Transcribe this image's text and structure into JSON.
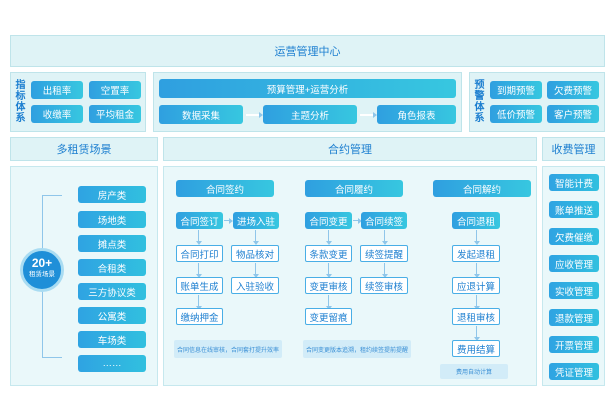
{
  "top": {
    "title": "运营管理中心"
  },
  "indicator": {
    "label": "指标体系",
    "items": [
      "出租率",
      "空置率",
      "收缴率",
      "平均租金"
    ]
  },
  "budget": {
    "title": "预算管理+运营分析",
    "steps": [
      "数据采集",
      "主题分析",
      "角色报表"
    ]
  },
  "warning": {
    "label": "预警体系",
    "items": [
      "到期预警",
      "欠费预警",
      "低价预警",
      "客户预警"
    ]
  },
  "scenes": {
    "title": "多租赁场景",
    "badge_number": "20+",
    "badge_text": "租赁场景",
    "items": [
      "房产类",
      "场地类",
      "摊点类",
      "合租类",
      "三方协议类",
      "公寓类",
      "车场类",
      "……"
    ]
  },
  "contract": {
    "title": "合约管理",
    "columns": [
      {
        "header": "合同签约",
        "steps": [
          "合同签订",
          "合同打印",
          "账单生成",
          "缴纳押金"
        ],
        "side_steps": [
          "进场入驻",
          "物品核对",
          "入驻验收"
        ],
        "note": "合同信息在线审核，合同套打提升效率"
      },
      {
        "header": "合同履约",
        "steps": [
          "合同变更",
          "条款变更",
          "变更审核",
          "变更留痕"
        ],
        "side_steps": [
          "合同续签",
          "续签提醒",
          "续签审核"
        ],
        "note": "合同变更版本追溯，租约续签提前提醒"
      },
      {
        "header": "合同解约",
        "steps": [
          "合同退租",
          "发起退租",
          "应退计算",
          "退租审核",
          "费用结算"
        ],
        "side_steps": [],
        "note": "费用自动计算"
      }
    ]
  },
  "billing": {
    "title": "收费管理",
    "items": [
      "智能计费",
      "账单推送",
      "欠费催缴",
      "应收管理",
      "实收管理",
      "退款管理",
      "开票管理",
      "凭证管理"
    ]
  }
}
